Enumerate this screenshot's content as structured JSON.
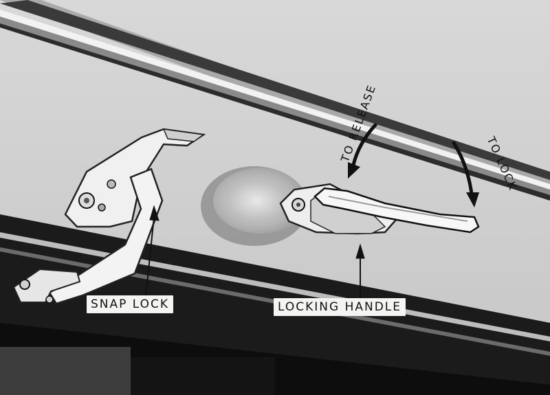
{
  "labels": {
    "snap_lock": "SNAP LOCK",
    "locking_handle": "LOCKING HANDLE",
    "to_release": "TO RELEASE",
    "to_lock": "TO LOCK"
  }
}
